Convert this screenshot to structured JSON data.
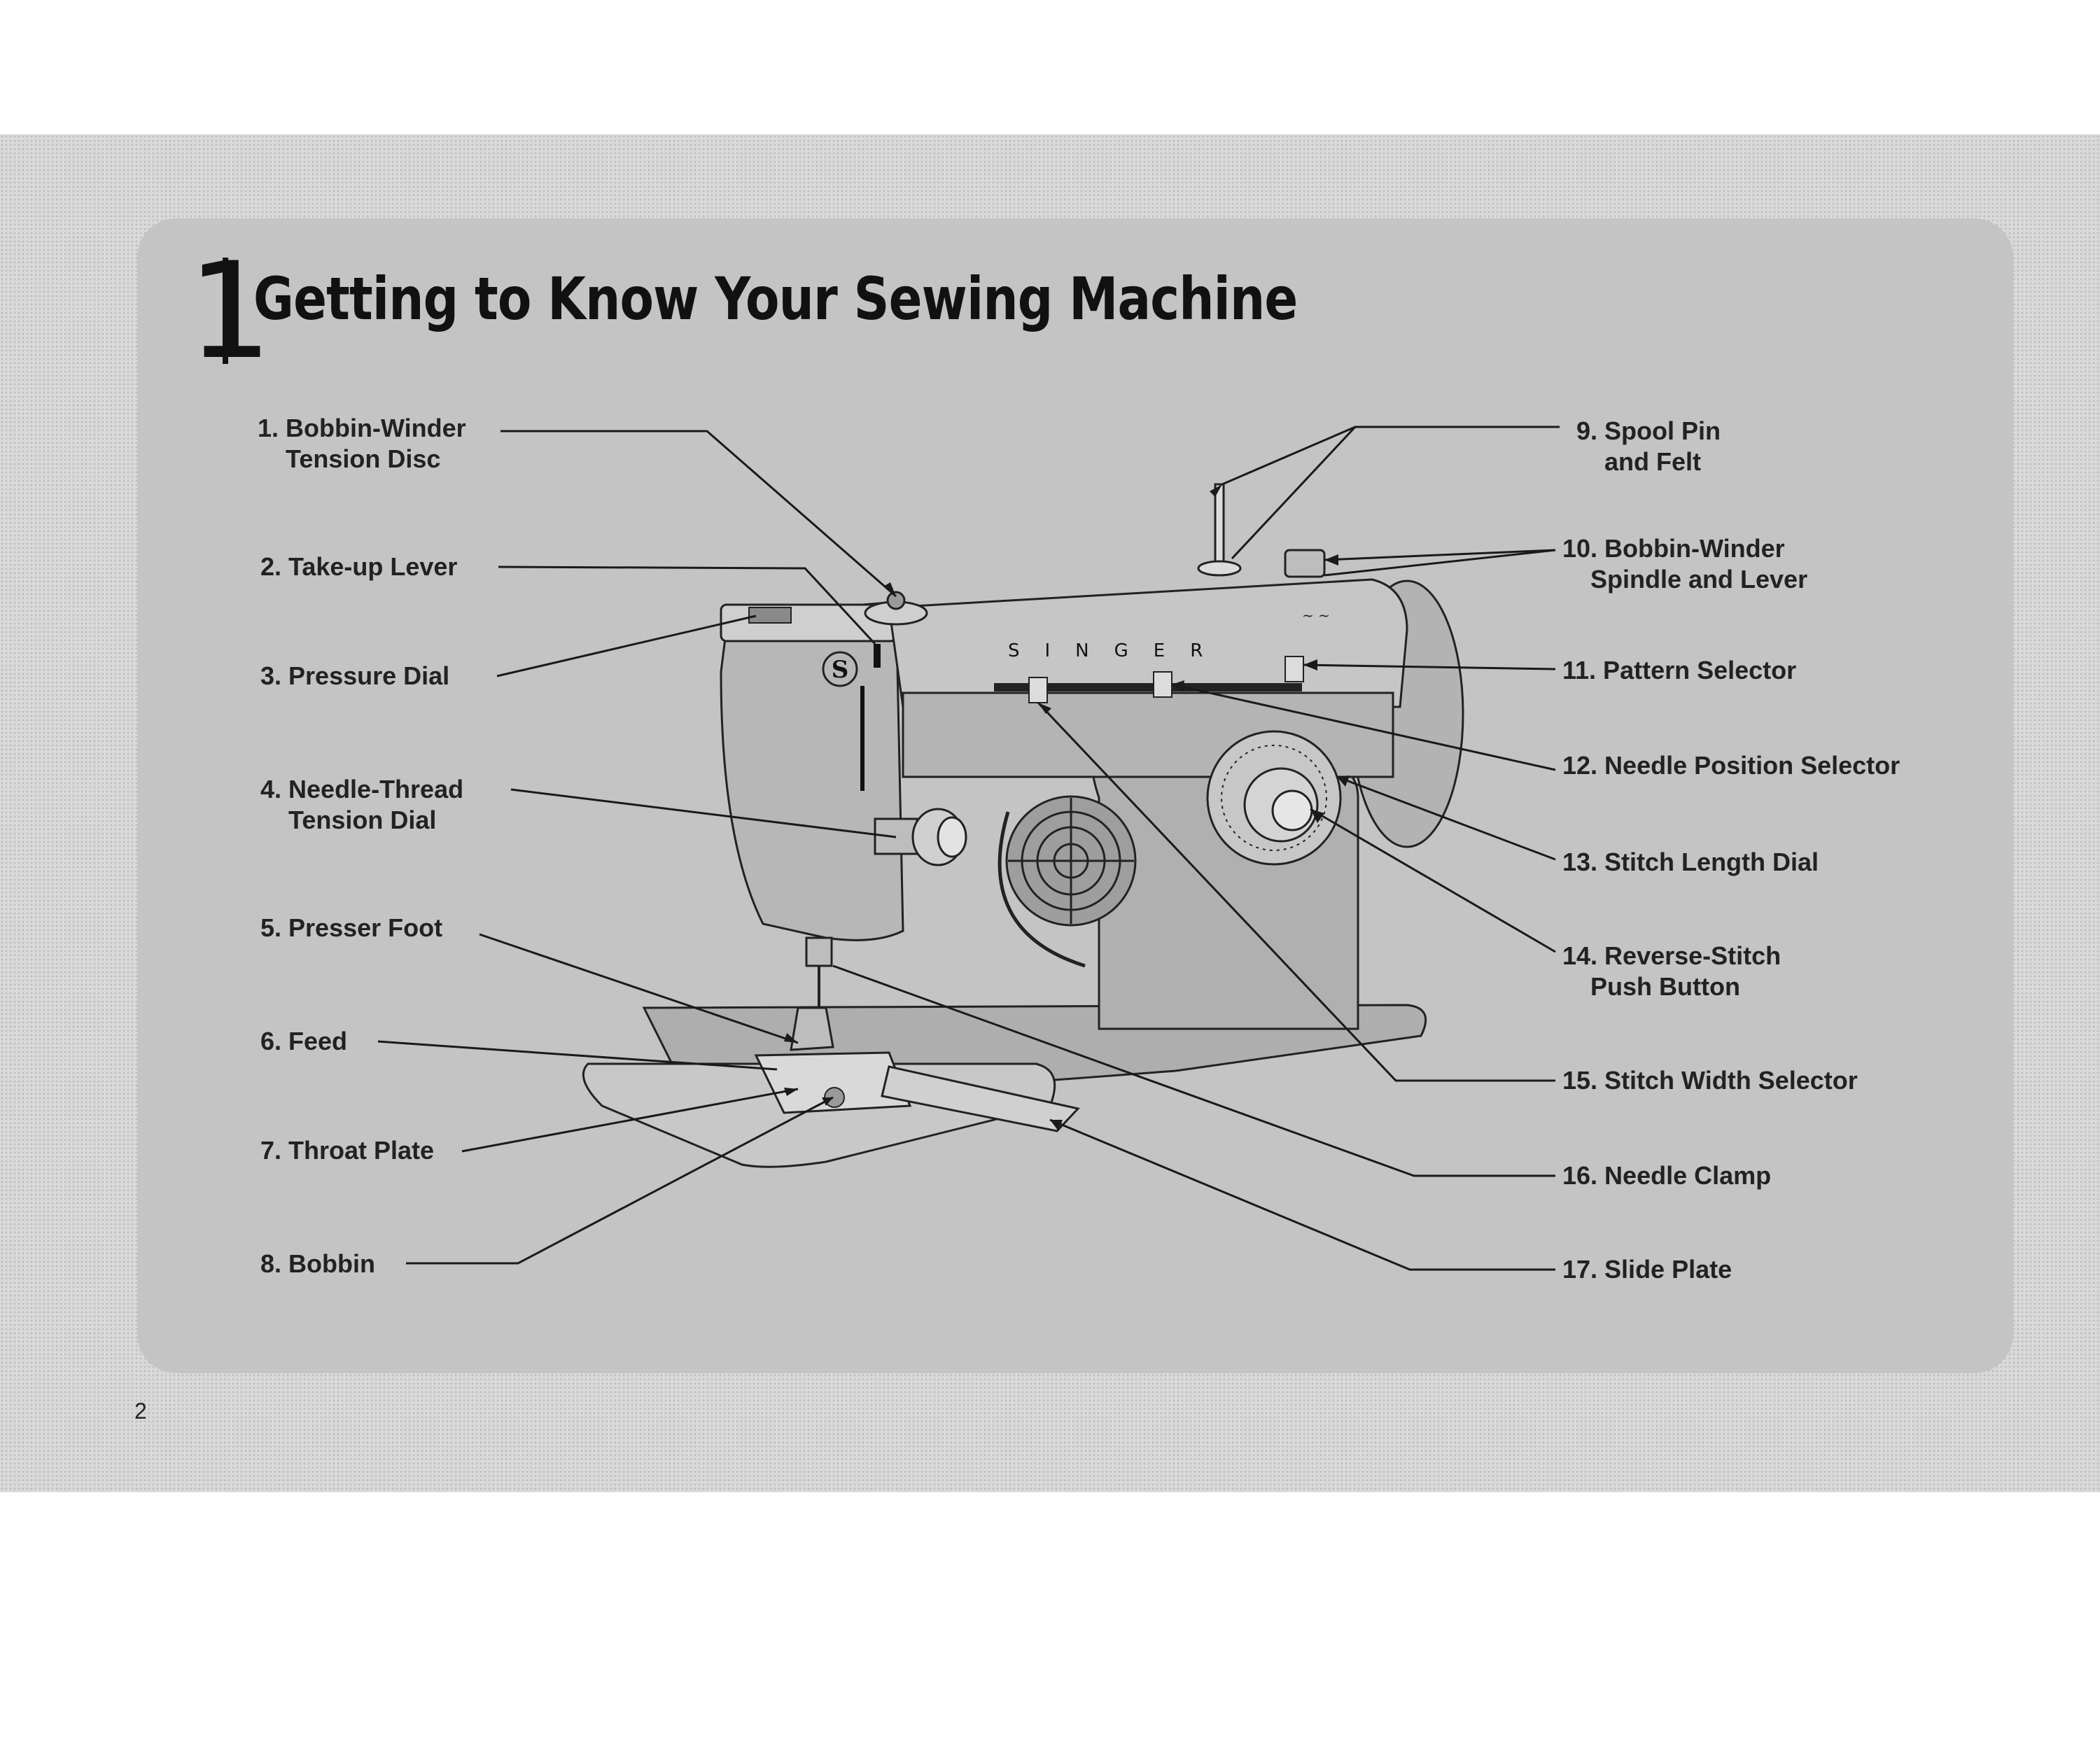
{
  "page": {
    "chapter_number": "1",
    "title": "Getting to Know Your Sewing Machine",
    "page_number": "2"
  },
  "machine_badge": {
    "brand": "SINGER",
    "logo_letter": "S"
  },
  "callouts": {
    "c1": {
      "line1": "1. Bobbin-Winder",
      "line2": "Tension Disc"
    },
    "c2": {
      "line1": "2. Take-up Lever"
    },
    "c3": {
      "line1": "3. Pressure Dial"
    },
    "c4": {
      "line1": "4. Needle-Thread",
      "line2": "Tension Dial"
    },
    "c5": {
      "line1": "5. Presser Foot"
    },
    "c6": {
      "line1": "6. Feed"
    },
    "c7": {
      "line1": "7. Throat Plate"
    },
    "c8": {
      "line1": "8. Bobbin"
    },
    "c9": {
      "line1": "9. Spool Pin",
      "line2": "and Felt"
    },
    "c10": {
      "line1": "10. Bobbin-Winder",
      "line2": "Spindle and Lever"
    },
    "c11": {
      "line1": "11. Pattern Selector"
    },
    "c12": {
      "line1": "12. Needle Position Selector"
    },
    "c13": {
      "line1": "13. Stitch Length Dial"
    },
    "c14": {
      "line1": "14. Reverse-Stitch",
      "line2": "Push Button"
    },
    "c15": {
      "line1": "15. Stitch Width Selector"
    },
    "c16": {
      "line1": "16. Needle Clamp"
    },
    "c17": {
      "line1": "17. Slide Plate"
    }
  },
  "colors": {
    "band": "#d9d9d9",
    "panel": "#c4c4c4",
    "ink": "#1a1a1a",
    "machine_body": "#b5b5b5",
    "machine_light": "#dcdcdc"
  }
}
